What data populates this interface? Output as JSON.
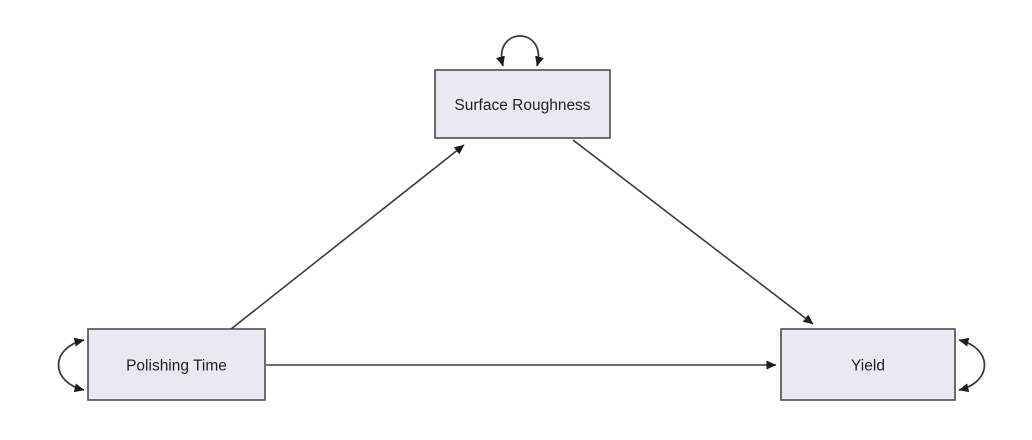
{
  "diagram": {
    "type": "path-diagram",
    "nodes": {
      "surface_roughness": {
        "label": "Surface Roughness"
      },
      "polishing_time": {
        "label": "Polishing Time"
      },
      "yield": {
        "label": "Yield"
      }
    },
    "edges": [
      {
        "from": "Polishing Time",
        "to": "Surface Roughness",
        "style": "directed-arrow"
      },
      {
        "from": "Surface Roughness",
        "to": "Yield",
        "style": "directed-arrow"
      },
      {
        "from": "Polishing Time",
        "to": "Yield",
        "style": "directed-arrow"
      },
      {
        "node": "Surface Roughness",
        "style": "self-loop-double-arrow",
        "position": "top"
      },
      {
        "node": "Polishing Time",
        "style": "self-loop-double-arrow",
        "position": "left"
      },
      {
        "node": "Yield",
        "style": "self-loop-double-arrow",
        "position": "right"
      }
    ],
    "colors": {
      "node_fill": "#e9e9f1",
      "node_border": "#4d4d4d",
      "line": "#3b3b3b",
      "text": "#1f1f1f",
      "background": "#ffffff"
    }
  }
}
